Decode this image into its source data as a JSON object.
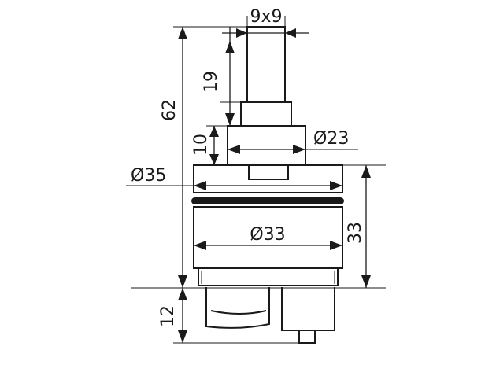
{
  "drawing": {
    "labels": {
      "stem_size": "9x9",
      "stem_height": "19",
      "total_height": "62",
      "collar_height": "10",
      "collar_diameter": "Ø23",
      "outer_diameter": "Ø35",
      "body_diameter": "Ø33",
      "body_height": "33",
      "bottom_height": "12"
    },
    "colors": {
      "line": "#1a1a1a",
      "background": "#ffffff"
    }
  }
}
